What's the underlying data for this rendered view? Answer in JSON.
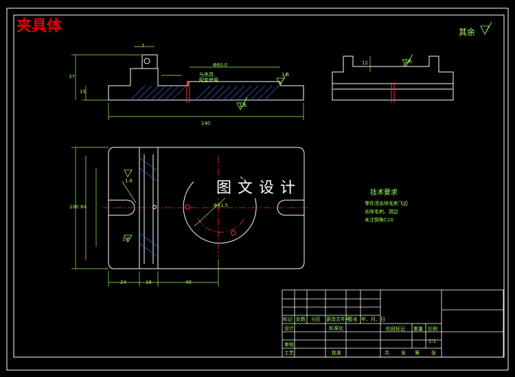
{
  "title": "夹具体",
  "watermark": "图文设计",
  "roughness_note": "其余",
  "technical_requirements": {
    "heading": "技术要求",
    "items": [
      "零件须去除毛刺飞边",
      "去除毛刺、锐边",
      "未注倒角C10"
    ]
  },
  "dimensions": {
    "front": {
      "overall_length": "140",
      "height": "37",
      "base_height": "15",
      "slot_width": "7",
      "groove_label": "Φ60.0",
      "groove_note": "与夹具\n配套使用",
      "roughness_top": "1.6",
      "roughness_bottom": "1.6"
    },
    "side": {
      "height": "12",
      "roughness": "1.6"
    },
    "top": {
      "overall_width": "100",
      "inner_width": "84",
      "bolt_circle": "Φ41.5",
      "width_a": "24",
      "width_b": "16",
      "width_c": "40",
      "roughness_a": "1.6",
      "roughness_b": "1.6"
    }
  },
  "title_block": {
    "headers": [
      "标记",
      "处数",
      "分区",
      "更改文件号",
      "签名",
      "年、月、日"
    ],
    "design": "设计",
    "standard": "标准化",
    "stage": "阶段标记",
    "weight": "重量",
    "scale_label": "比例",
    "scale": "1:1",
    "review": "审核",
    "process": "工艺",
    "approve": "批准",
    "sheet_total": "共",
    "sheet_label": "张",
    "sheet_no": "第",
    "sheet_unit": "张"
  }
}
